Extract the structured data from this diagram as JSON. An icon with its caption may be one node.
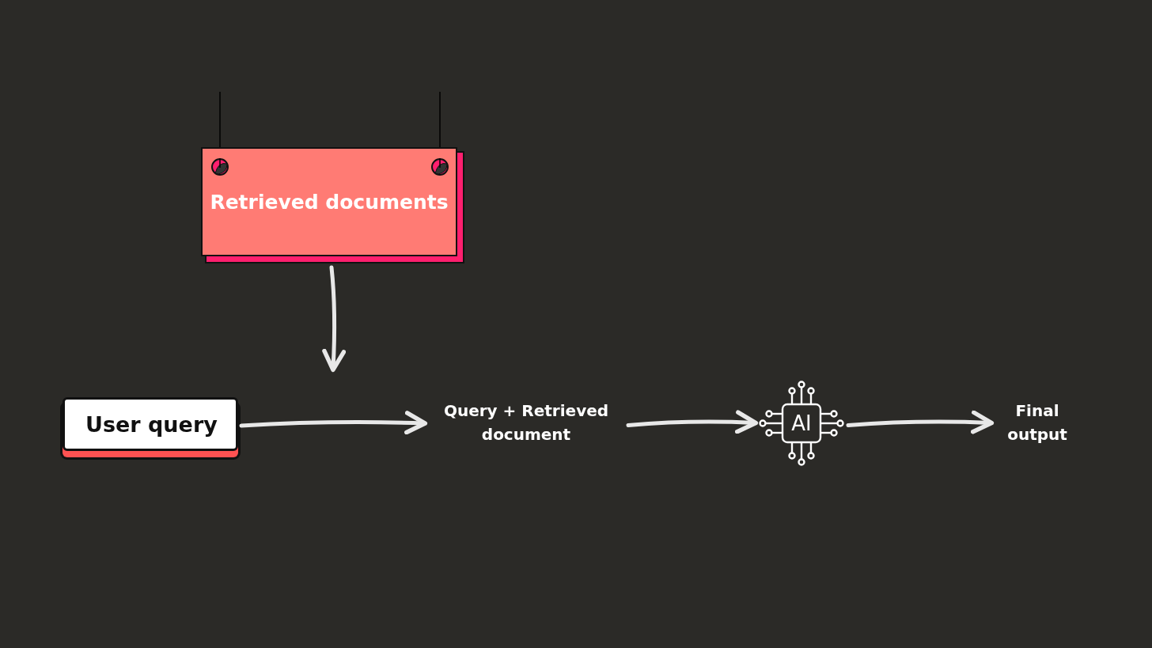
{
  "diagram": {
    "nodes": [
      {
        "text": [
          "Retrieved documents"
        ]
      },
      {
        "text": [
          "User query"
        ]
      },
      {
        "text": [
          "Query + Retrieved document"
        ]
      },
      {
        "text": [
          "AI"
        ]
      },
      {
        "text": [
          "Final output"
        ]
      }
    ],
    "edges": [
      {
        "from": 0,
        "to": null,
        "arrow": "to"
      },
      {
        "from": 1,
        "to": 2,
        "arrow": "to"
      },
      {
        "from": 2,
        "to": 3,
        "arrow": "to"
      },
      {
        "from": 3,
        "to": 4,
        "arrow": "to"
      }
    ]
  }
}
